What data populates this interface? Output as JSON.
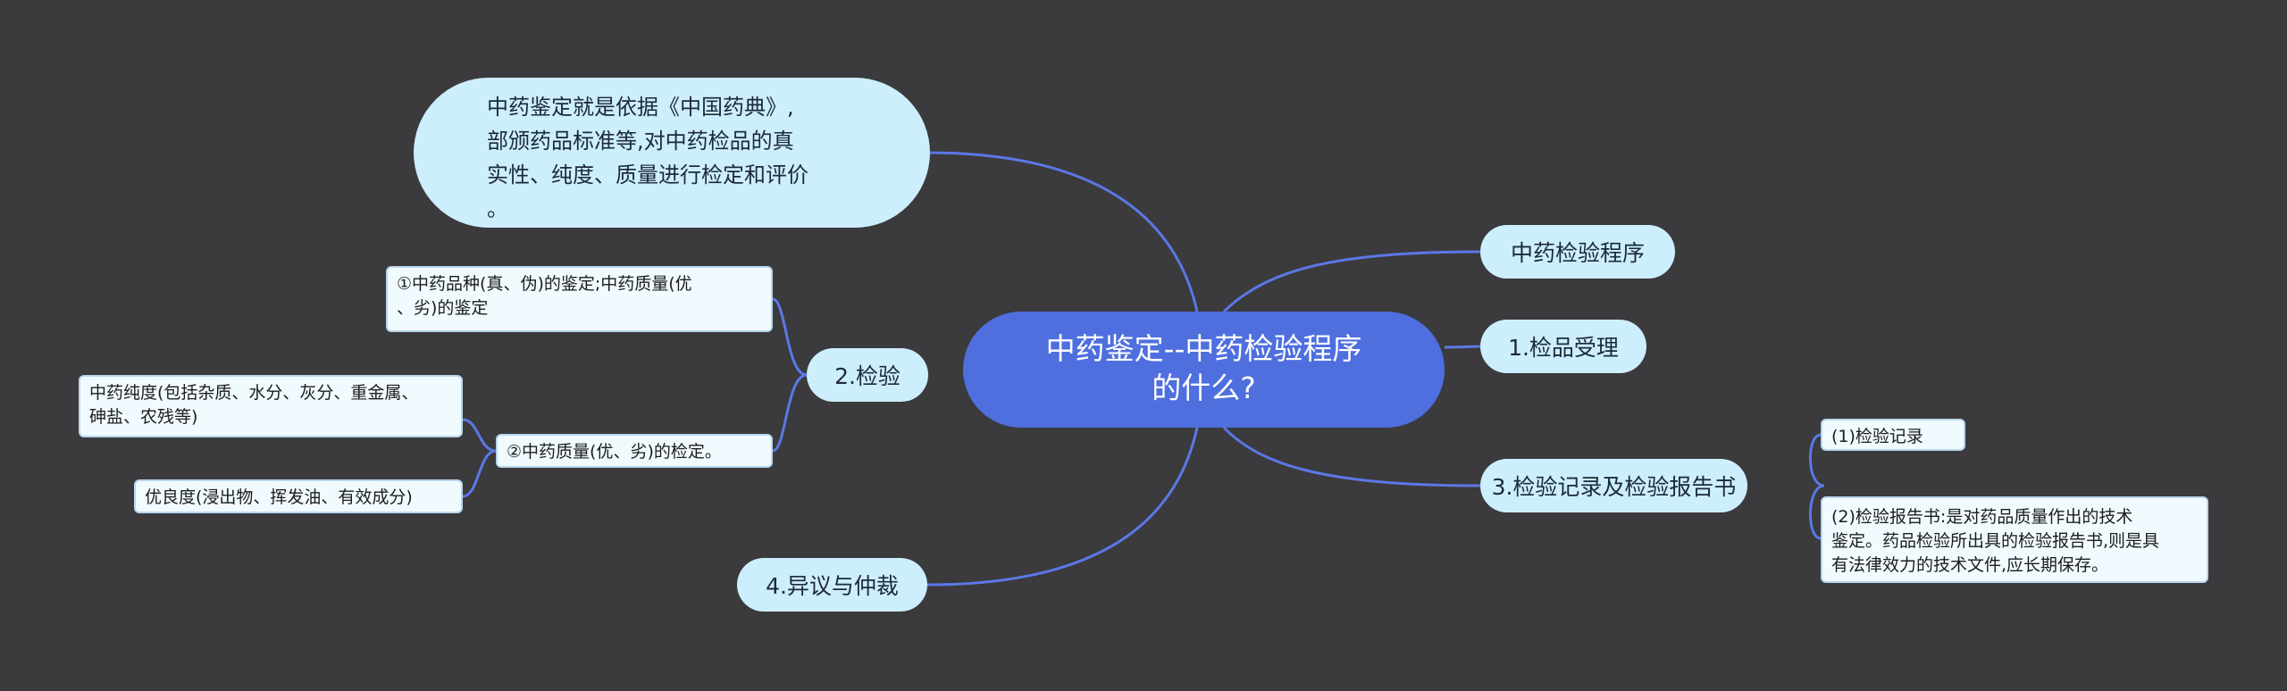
{
  "root": {
    "line1": "中药鉴定--中药检验程序",
    "line2": "的什么?"
  },
  "definition": {
    "line1": "中药鉴定就是依据《中国药典》,",
    "line2": "部颁药品标准等,对中药检品的真",
    "line3": "实性、纯度、质量进行检定和评价",
    "line4": "。"
  },
  "right_branches": {
    "procedure": "中药检验程序",
    "acceptance": "1.检品受理",
    "records": "3.检验记录及检验报告书"
  },
  "records_children": {
    "record": "(1)检验记录",
    "report_line1": "(2)检验报告书:是对药品质量作出的技术",
    "report_line2": "鉴定。药品检验所出具的检验报告书,则是具",
    "report_line3": "有法律效力的技术文件,应长期保存。"
  },
  "left_branches": {
    "inspection": "2.检验",
    "arbitration": "4.异议与仲裁"
  },
  "inspection_children": {
    "variety_line1": "①中药品种(真、伪)的鉴定;中药质量(优",
    "variety_line2": "、劣)的鉴定",
    "quality": "②中药质量(优、劣)的检定。"
  },
  "quality_children": {
    "purity_line1": "中药纯度(包括杂质、水分、灰分、重金属、",
    "purity_line2": "砷盐、农残等)",
    "goodness": "优良度(浸出物、挥发油、有效成分)"
  },
  "colors": {
    "background": "#3b3a3c",
    "root": "#4f6fdf",
    "branch": "#cdeefd",
    "leaf": "#f1fbff",
    "connector": "#5b78e6"
  }
}
